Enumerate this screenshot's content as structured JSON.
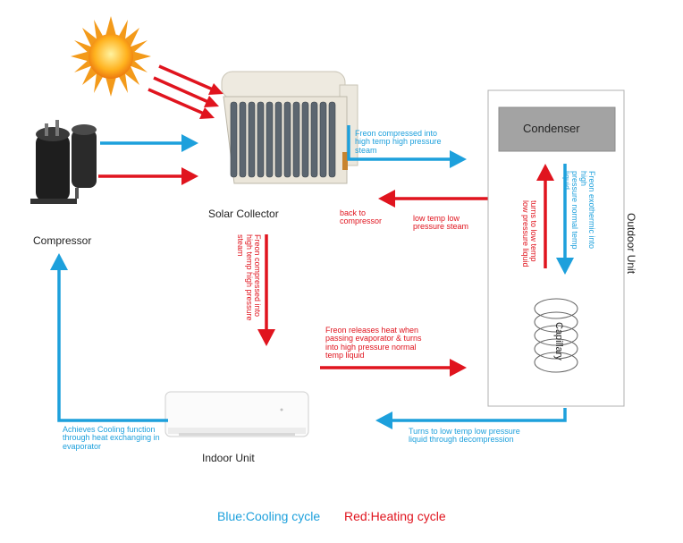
{
  "labels": {
    "solar_collector": "Solar Collector",
    "compressor": "Compressor",
    "indoor_unit": "Indoor Unit",
    "outdoor_unit": "Outdoor Unit",
    "condenser": "Condenser",
    "capillary": "Capillary"
  },
  "annotations": {
    "freon_compressed_right": "Freon compressed into\nhigh temp high pressure\nsteam",
    "back_to_compressor": "back to\ncompressor",
    "low_temp_low_pressure_steam": "low temp low\npressure steam",
    "freon_compressed_down": "Freon compressed into\nhigh temp high pressure\nsteam",
    "freon_releases_heat": "Freon releases heat when\npassing evaporator & turns\ninto high pressure normal\ntemp liquid",
    "turns_low_temp_liquid_red": "turns to low temp\nlow pressure liquid",
    "freon_exothermic_blue": "Freon exothermic into high\npressure normal temp liquid",
    "turns_low_temp_decompression": "Turns to low temp low pressure\nliquid through decompression",
    "achieves_cooling": "Achieves Cooling function\nthrough heat exchanging in\nevaporator"
  },
  "legend": {
    "cooling": "Blue:Cooling cycle",
    "heating": "Red:Heating cycle"
  },
  "colors": {
    "cooling": "#1da0dc",
    "heating": "#e0141e",
    "condenser_fill": "#a3a3a3"
  }
}
